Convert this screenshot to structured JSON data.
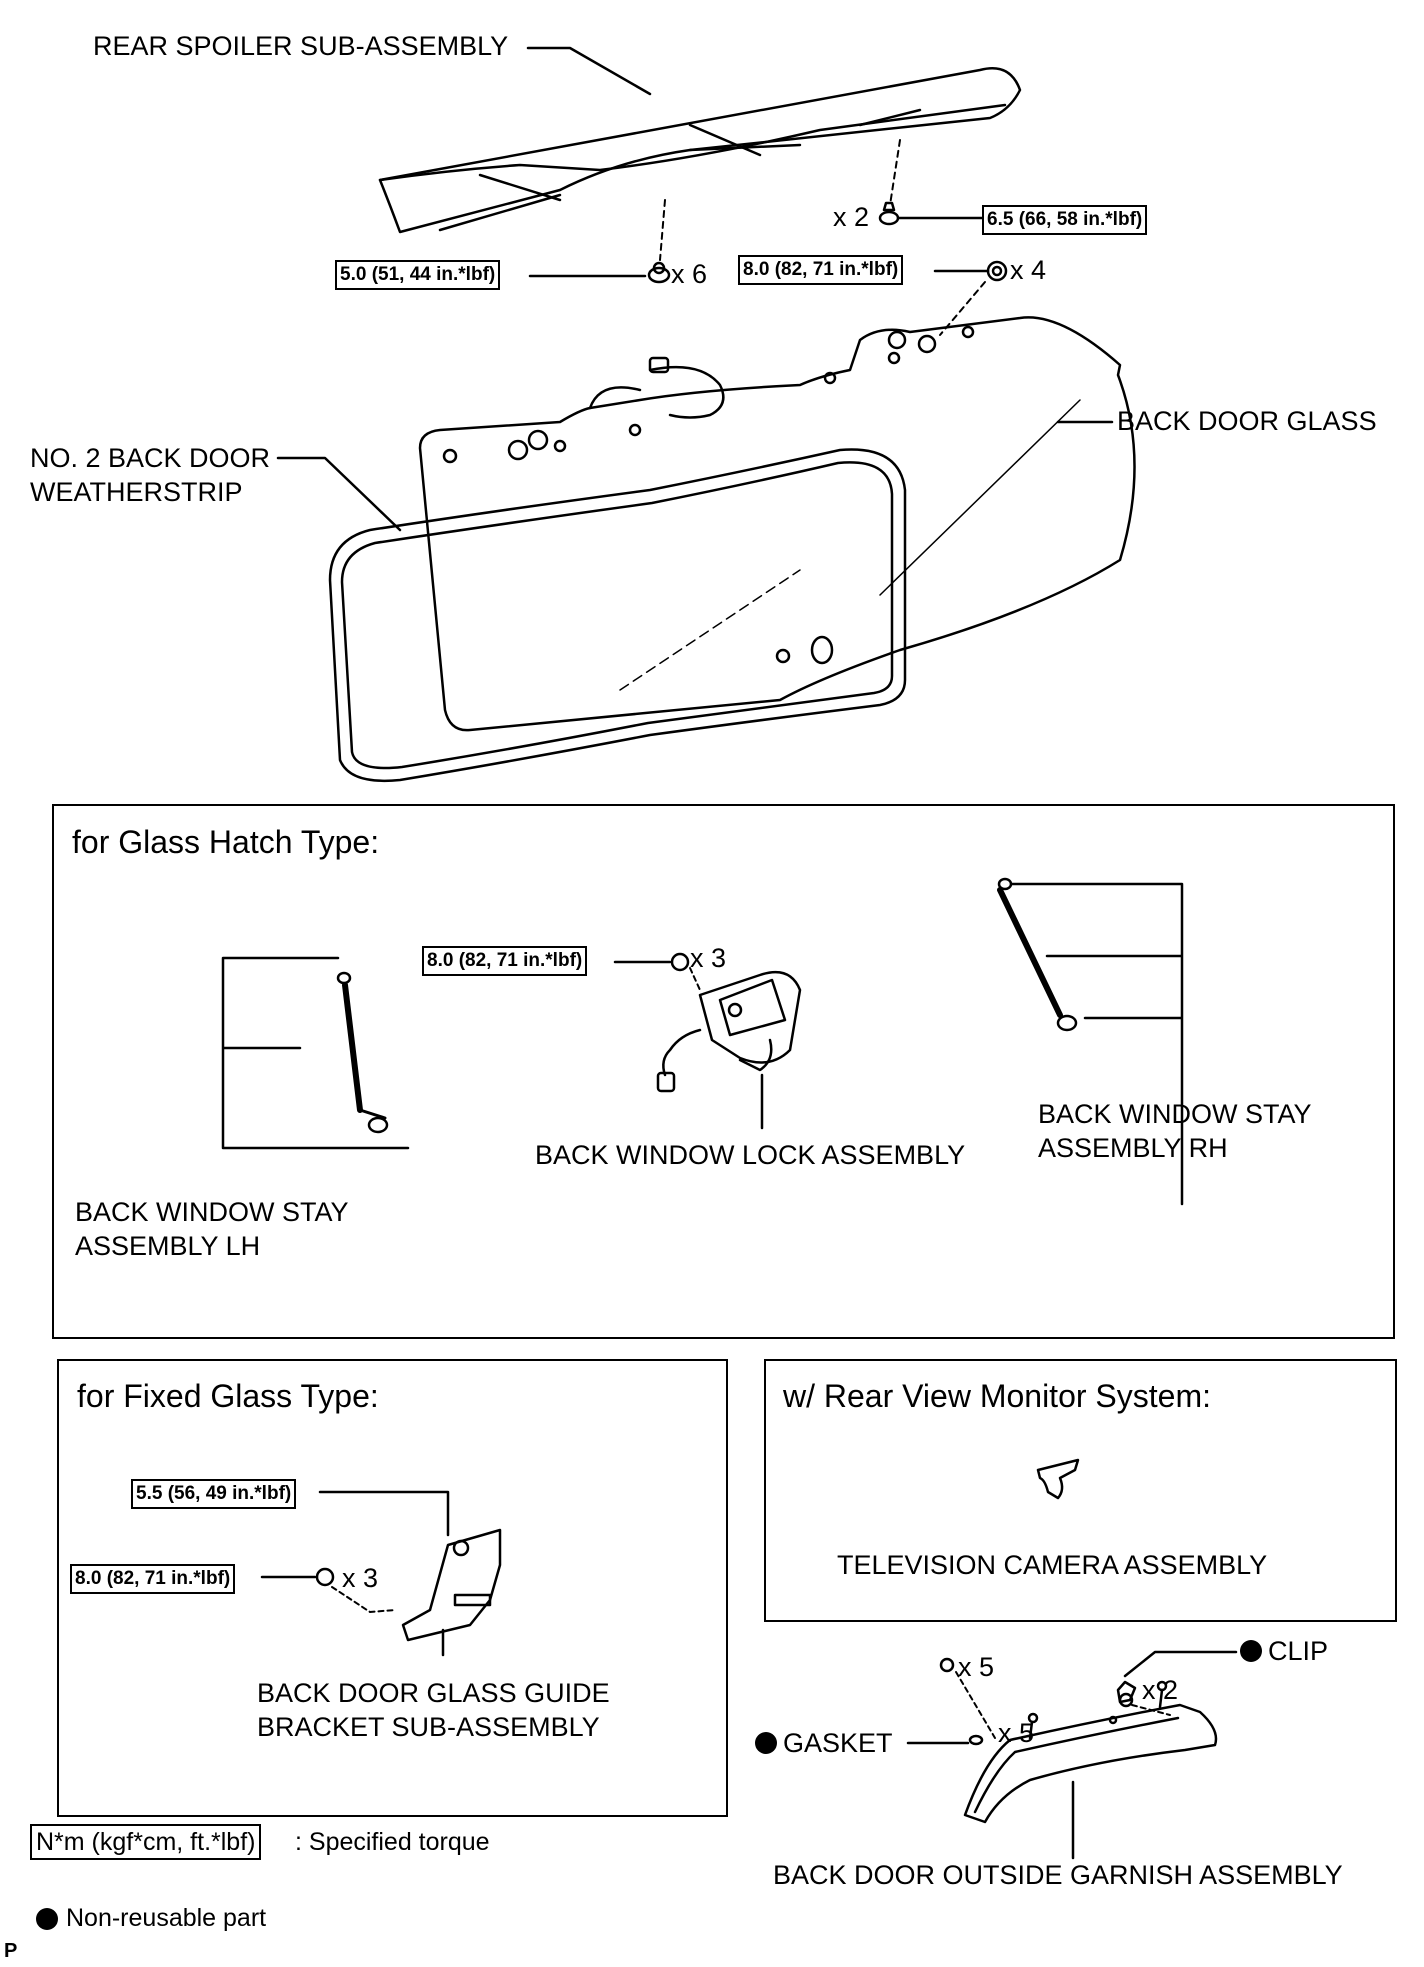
{
  "labels": {
    "rear_spoiler": "REAR SPOILER SUB-ASSEMBLY",
    "back_door_glass": "BACK DOOR GLASS",
    "weatherstrip": "NO. 2 BACK DOOR\nWEATHERSTRIP",
    "back_window_lock": "BACK WINDOW LOCK ASSEMBLY",
    "stay_rh": "BACK WINDOW STAY\nASSEMBLY RH",
    "stay_lh": "BACK WINDOW STAY\nASSEMBLY LH",
    "guide_bracket": "BACK DOOR GLASS GUIDE\nBRACKET SUB-ASSEMBLY",
    "camera": "TELEVISION CAMERA ASSEMBLY",
    "clip": "CLIP",
    "gasket": "GASKET",
    "garnish": "BACK DOOR OUTSIDE GARNISH ASSEMBLY"
  },
  "torques": {
    "spoiler_upper": "6.5 (66, 58 in.*lbf)",
    "spoiler_lower": "5.0 (51, 44 in.*lbf)",
    "glass": "8.0 (82, 71 in.*lbf)",
    "lock": "8.0 (82, 71 in.*lbf)",
    "bracket_upper": "5.5 (56, 49 in.*lbf)",
    "bracket_lower": "8.0 (82, 71 in.*lbf)"
  },
  "quantities": {
    "spoiler_upper": "x 2",
    "spoiler_lower": "x 6",
    "glass": "x 4",
    "lock": "x 3",
    "bracket": "x 3",
    "garnish_nut": "x 5",
    "garnish_gasket": "x 5",
    "garnish_clip": "x 2"
  },
  "sections": {
    "glass_hatch": "for Glass Hatch Type:",
    "fixed_glass": "for Fixed Glass Type:",
    "rear_view": "w/ Rear View Monitor System:"
  },
  "legend": {
    "torque_unit": "N*m (kgf*cm, ft.*lbf)",
    "torque_desc": ": Specified torque",
    "nonreusable": "Non-reusable part"
  },
  "corner_mark": "P"
}
